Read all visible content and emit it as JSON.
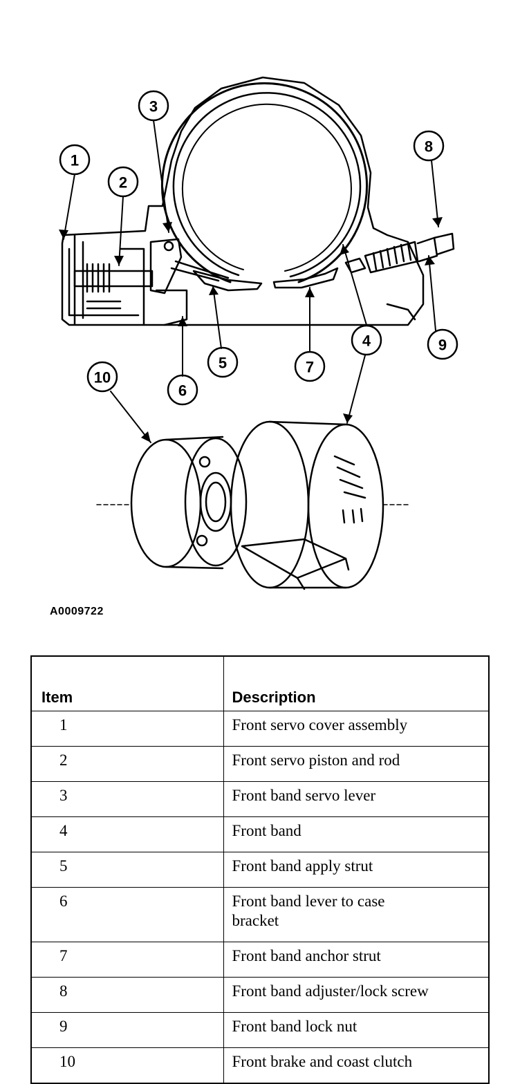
{
  "figure_id": "A0009722",
  "callouts": [
    "1",
    "2",
    "3",
    "4",
    "5",
    "6",
    "7",
    "8",
    "9",
    "10"
  ],
  "legend": {
    "header_item": "Item",
    "header_description": "Description",
    "rows": [
      {
        "item": "1",
        "description": "Front servo cover assembly"
      },
      {
        "item": "2",
        "description": "Front servo piston and rod"
      },
      {
        "item": "3",
        "description": "Front band servo lever"
      },
      {
        "item": "4",
        "description": "Front band"
      },
      {
        "item": "5",
        "description": "Front band apply strut"
      },
      {
        "item": "6",
        "description": "Front band lever to case bracket"
      },
      {
        "item": "7",
        "description": "Front band anchor strut"
      },
      {
        "item": "8",
        "description": "Front band adjuster/lock screw"
      },
      {
        "item": "9",
        "description": "Front band lock nut"
      },
      {
        "item": "10",
        "description": "Front brake and coast clutch"
      }
    ]
  }
}
